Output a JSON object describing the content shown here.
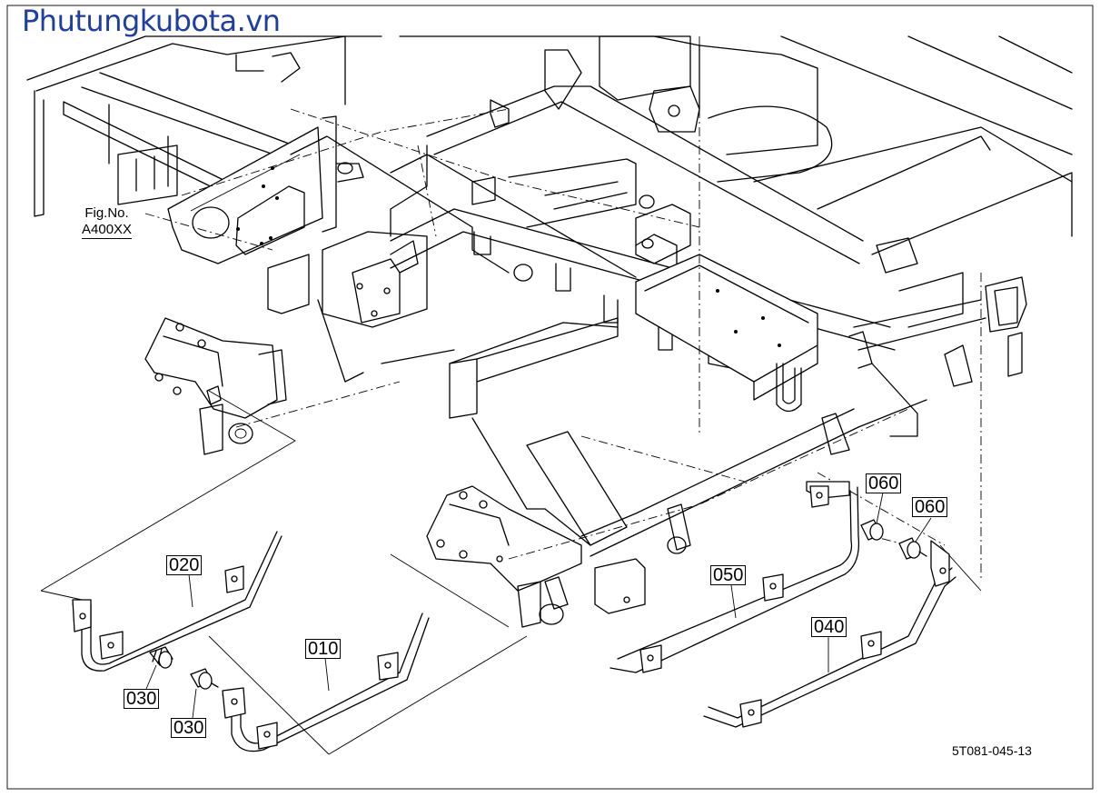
{
  "watermark": "Phutungkubota.vn",
  "figure_reference": {
    "line1": "Fig.No.",
    "line2": "A400XX"
  },
  "callouts": {
    "p010": "010",
    "p020": "020",
    "p030_a": "030",
    "p030_b": "030",
    "p040": "040",
    "p050": "050",
    "p060_a": "060",
    "p060_b": "060"
  },
  "drawing_code": "5T081-045-13",
  "colors": {
    "watermark": "#1f3f9e",
    "line": "#000000",
    "background": "#ffffff"
  }
}
